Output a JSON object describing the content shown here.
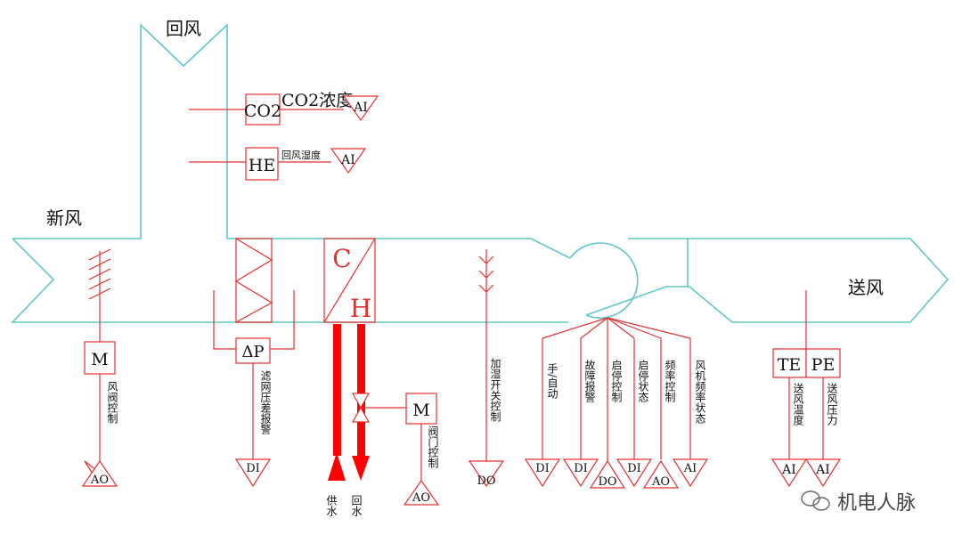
{
  "labels": {
    "return_air": "回风",
    "fresh_air": "新风",
    "supply_air": "送风",
    "co2_concentration": "CO2浓度",
    "return_humidity": "回风湿度",
    "cooling": "C",
    "heating": "H"
  },
  "boxes": {
    "co2": "CO2",
    "humidity": "HE",
    "damper_motor": "M",
    "diff_pressure": "ΔP",
    "valve_motor": "M",
    "supply_temp": "TE",
    "supply_pressure": "PE"
  },
  "points": {
    "co2": "AI",
    "humidity": "AI",
    "damper": "AO",
    "filter": "DI",
    "valve": "AO",
    "humidifier": "DO",
    "hand_auto": "DI",
    "fault": "DI",
    "start_stop": "DO",
    "run_status": "DI",
    "frequency": "AO",
    "fan_freq_status": "AI",
    "supply_temp": "AI",
    "supply_pressure": "AI"
  },
  "vertical_labels": {
    "damper": "风阀控制",
    "filter": "滤网压差报警",
    "valve": "阀门控制",
    "humidifier": "加湿开关控制",
    "hand_auto": "手/自动",
    "fault": "故障报警",
    "start_stop": "启停控制",
    "run_status": "启停状态",
    "frequency": "频率控制",
    "fan_freq_status": "风机频率状态",
    "supply_temp": "送风温度",
    "supply_pressure": "送风压力",
    "supply_water": "供水",
    "return_water": "回水"
  },
  "watermark": "机电人脉",
  "colors": {
    "duct": "#5fc7c7",
    "control": "#e53030",
    "pipe": "#ff0000"
  }
}
